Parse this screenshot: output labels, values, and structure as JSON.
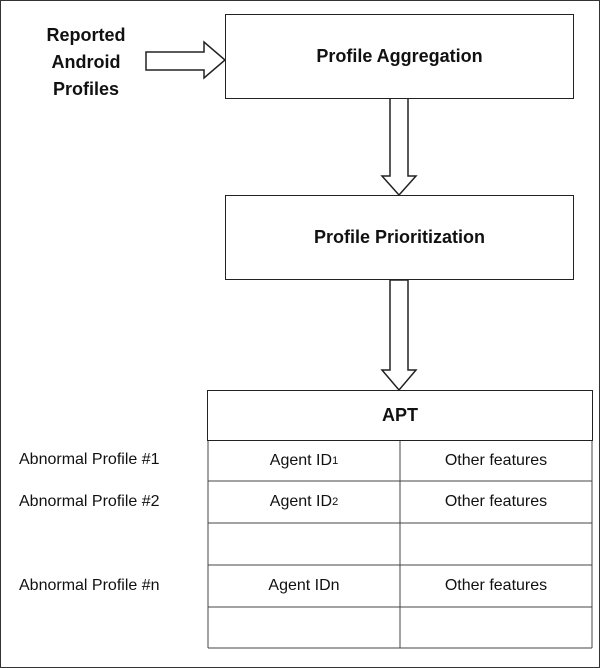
{
  "input": {
    "lines": [
      "Reported",
      "Android",
      "Profiles"
    ]
  },
  "steps": {
    "aggregation": "Profile Aggregation",
    "prioritization": "Profile Prioritization"
  },
  "apt": {
    "title": "APT",
    "rows": [
      {
        "label": "Abnormal Profile #1",
        "agent": "Agent ID",
        "agent_sub": "1",
        "features": "Other features"
      },
      {
        "label": "Abnormal Profile #2",
        "agent": "Agent ID",
        "agent_sub": "2",
        "features": "Other features"
      },
      {
        "label": "",
        "agent": "",
        "agent_sub": "",
        "features": ""
      },
      {
        "label": "Abnormal Profile #n",
        "agent": "Agent IDn",
        "agent_sub": "",
        "features": "Other features"
      },
      {
        "label": "",
        "agent": "",
        "agent_sub": "",
        "features": ""
      }
    ]
  }
}
